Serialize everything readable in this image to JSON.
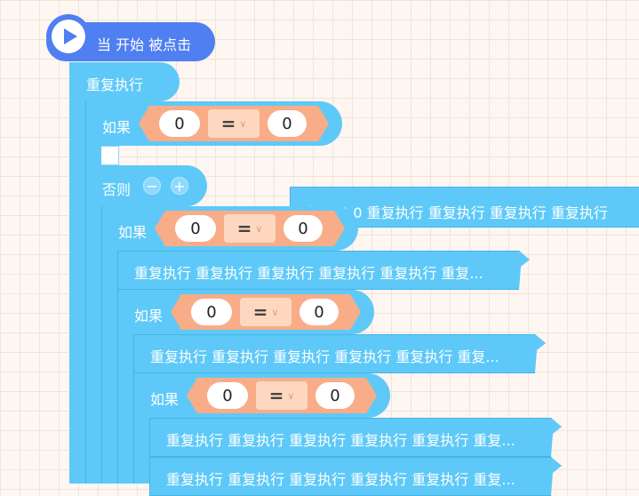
{
  "hat": {
    "label": "当 开始 被点击"
  },
  "repeat": {
    "label": "重复执行"
  },
  "if_label": "如果",
  "else_label": "否则",
  "minus": "−",
  "plus": "+",
  "conditions": [
    {
      "left": "0",
      "op": "=",
      "right": "0"
    },
    {
      "left": "0",
      "op": "=",
      "right": "0"
    },
    {
      "left": "0",
      "op": "=",
      "right": "0"
    },
    {
      "left": "0",
      "op": "=",
      "right": "0"
    }
  ],
  "floating_block": {
    "text": "如果 0 0 重复执行 重复执行 重复执行 重复执行"
  },
  "statements": [
    "重复执行 重复执行 重复执行 重复执行 重复执行 重复...",
    "重复执行 重复执行 重复执行 重复执行 重复执行 重复...",
    "重复执行 重复执行 重复执行 重复执行 重复执行 重复...",
    "重复执行 重复执行 重复执行 重复执行 重复执行 重复..."
  ],
  "colors": {
    "block_blue": "#5ec9f8",
    "hat_blue": "#4f7ff0",
    "cond_orange": "#f8ad88"
  }
}
